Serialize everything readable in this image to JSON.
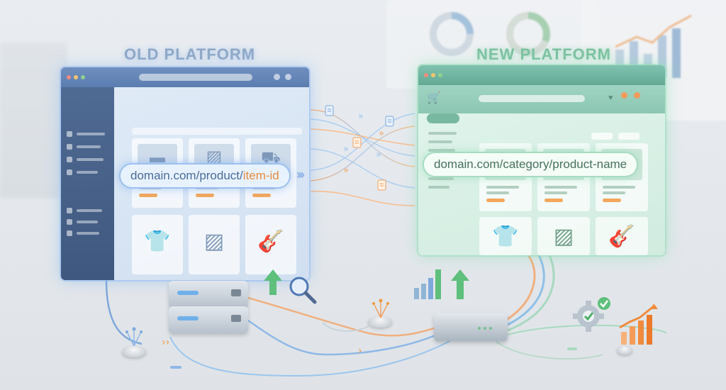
{
  "old_platform": {
    "title": "OLD PLATFORM",
    "url_prefix": "domain.com/product/",
    "url_highlight": "item-id",
    "chevrons": "›››",
    "accent": "#5b7db0"
  },
  "new_platform": {
    "title": "NEW PLATFORM",
    "url_prefix": "domain.com/category/product-name",
    "accent": "#63a994"
  },
  "icons": {
    "cart": "cart-icon",
    "tshirt": "tshirt-icon",
    "image": "image-icon",
    "guitar": "guitar-icon",
    "document": "document-icon",
    "magnifier": "magnifier-icon",
    "gear_check": "gear-check-icon",
    "growth": "growth-chart-icon"
  },
  "colors": {
    "old_glow": "#9cc0ee",
    "new_glow": "#a7dbc0",
    "highlight": "#e48b3d"
  }
}
